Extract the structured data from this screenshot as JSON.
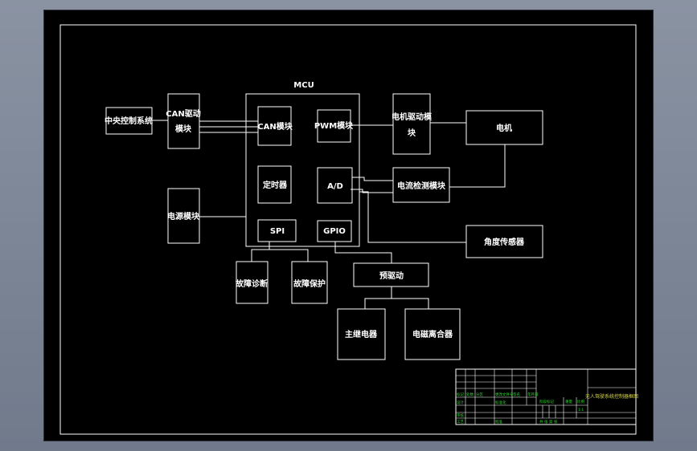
{
  "diagram": {
    "mcu_title": "MCU",
    "blocks": {
      "central_control": "中央控制系统",
      "can_driver_line1": "CAN驱动",
      "can_driver_line2": "模块",
      "power_module": "电源模块",
      "can_module": "CAN模块",
      "pwm_module": "PWM模块",
      "timer": "定时器",
      "ad": "A/D",
      "spi": "SPI",
      "gpio": "GPIO",
      "motor_driver_line1": "电机驱动模",
      "motor_driver_line2": "块",
      "motor": "电机",
      "current_detect": "电流检测模块",
      "angle_sensor": "角度传感器",
      "fault_diag": "故障诊断",
      "fault_protect": "故障保护",
      "pre_driver": "预驱动",
      "main_relay": "主继电器",
      "clutch": "电磁离合器"
    }
  },
  "title_block": {
    "drawing_title": "无人驾驶系统控制器框图",
    "row_labels": [
      "标记",
      "处数",
      "分区",
      "更改文件号",
      "签名",
      "年月日"
    ],
    "design": "设计",
    "standardize": "标准化",
    "review": "审核",
    "process": "工艺",
    "approve": "批准",
    "stage_mark": "阶段标记",
    "weight": "重量",
    "scale": "比例",
    "scale_value": "1:1",
    "sheets": "共  张  第  张"
  }
}
